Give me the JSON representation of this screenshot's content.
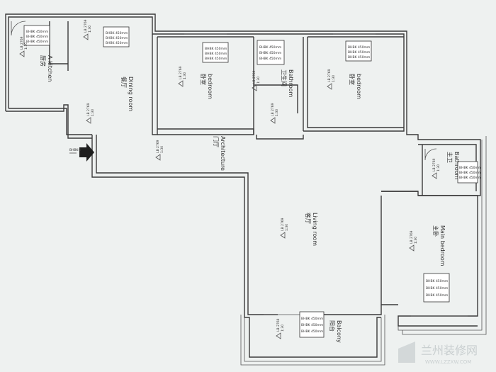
{
  "rooms": {
    "kitchen": {
      "cn": "厨房",
      "en": "A kitchen",
      "ceiling": "LB 2769",
      "tag": "1:30"
    },
    "dining": {
      "cn": "餐厅",
      "en": "Dining room",
      "ceiling": "LB 2769",
      "tag": "1:30"
    },
    "bedroom1": {
      "cn": "卧室",
      "en": "bedroom",
      "ceiling": "LB 2769",
      "tag": "1:30"
    },
    "bath1": {
      "cn": "卫生间",
      "en": "Bathroom",
      "ceiling": "LB 2769",
      "tag": "1:30"
    },
    "bedroom2": {
      "cn": "卧室",
      "en": "bedroom",
      "ceiling": "LB 2769",
      "tag": "1:30"
    },
    "bath2": {
      "cn": "主卫",
      "en": "Bathroom",
      "ceiling": "LB 2769",
      "tag": "1:30"
    },
    "entry": {
      "cn": "门厅",
      "en": "Architecture",
      "ceiling": "LB 2769",
      "tag": "1:30"
    },
    "living": {
      "cn": "客厅",
      "en": "Living room",
      "ceiling": "LB 2769",
      "tag": "1:30"
    },
    "master": {
      "cn": "主卧",
      "en": "Main bedroom",
      "ceiling": "LB 2769",
      "tag": "1:30"
    },
    "balcony": {
      "cn": "阳台",
      "en": "Balcony",
      "ceiling": "LB 2769",
      "tag": "1:30"
    }
  },
  "spec_boxes": {
    "kitchen": [
      "BHBK 450mm",
      "BHBK 450mm",
      "BHBK 450mm"
    ],
    "dining": [
      "BHBK 450mm",
      "BHBK 450mm",
      "BHBK 450mm"
    ],
    "bedroom1": [
      "BHBK 450mm",
      "BHBK 450mm",
      "BHBK 450mm"
    ],
    "bath1": [
      "BHBK 450mm",
      "BHBK 450mm",
      "BHBK 450mm"
    ],
    "bedroom2": [
      "BHBK 450mm",
      "BHBK 450mm",
      "BHBK 450mm"
    ],
    "bath2": [
      "BHBK 450mm",
      "BHBK 450mm",
      "BHBK 450mm"
    ],
    "master": [
      "BHBK 450mm",
      "BHBK 450mm",
      "BHBK 450mm"
    ],
    "balcony": [
      "BHBK 450mm",
      "BHBK 450mm",
      "BHBK 450mm"
    ]
  },
  "entrance_tag": "BHBK-1",
  "watermark": {
    "cn": "兰州装修网",
    "url": "WWW.LZZXW.COM"
  },
  "colors": {
    "background": "#eef1f0",
    "wall": "#3a3a3a",
    "watermark": "#c9cfd0"
  }
}
